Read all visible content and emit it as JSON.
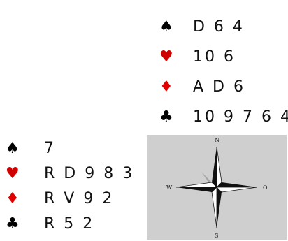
{
  "colors": {
    "spade": "#000000",
    "heart": "#d10000",
    "diamond": "#e00000",
    "club": "#000000",
    "compass_bg": "#cfcfcf"
  },
  "north": {
    "spades": {
      "symbol": "♠",
      "cards": "D 6 4"
    },
    "hearts": {
      "symbol": "♥",
      "cards": "10 6"
    },
    "diamonds": {
      "symbol": "♦",
      "cards": "A D 6"
    },
    "clubs": {
      "symbol": "♣",
      "cards": "10 9 7 6 4"
    }
  },
  "west": {
    "spades": {
      "symbol": "♠",
      "cards": "7"
    },
    "hearts": {
      "symbol": "♥",
      "cards": "R D 9 8 3"
    },
    "diamonds": {
      "symbol": "♦",
      "cards": "R V 9 2"
    },
    "clubs": {
      "symbol": "♣",
      "cards": "R 5 2"
    }
  },
  "compass": {
    "n": "N",
    "s": "S",
    "w": "W",
    "e": "O"
  }
}
